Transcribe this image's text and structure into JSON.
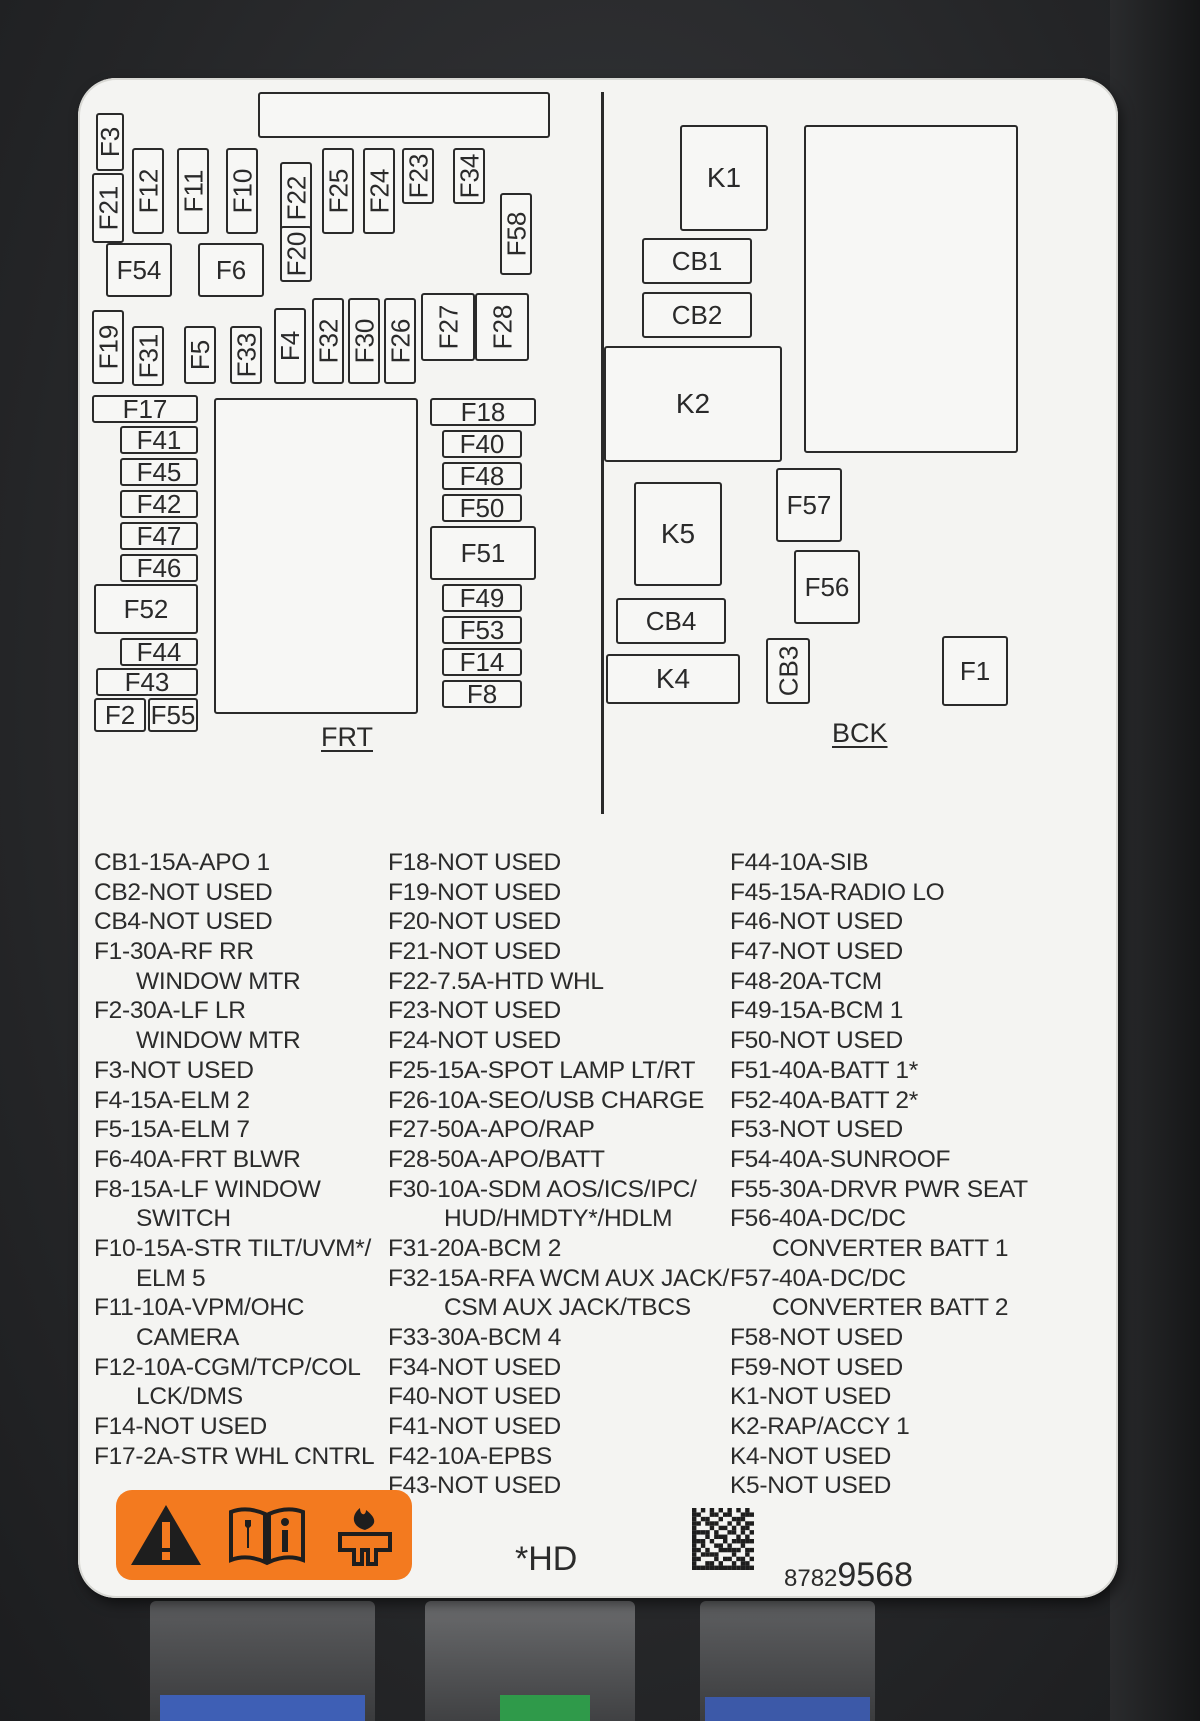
{
  "diagram": {
    "boxes": [
      {
        "id": "F3",
        "v": true
      },
      {
        "id": "F21",
        "v": true
      },
      {
        "id": "F12",
        "v": true
      },
      {
        "id": "F11",
        "v": true
      },
      {
        "id": "F10",
        "v": true
      },
      {
        "id": "F22",
        "v": true
      },
      {
        "id": "F25",
        "v": true
      },
      {
        "id": "F24",
        "v": true
      },
      {
        "id": "F23",
        "v": true
      },
      {
        "id": "F34",
        "v": true
      },
      {
        "id": "F58",
        "v": true
      },
      {
        "id": "F20",
        "v": true
      },
      {
        "id": "F54",
        "v": false
      },
      {
        "id": "F6",
        "v": false
      },
      {
        "id": "F19",
        "v": true
      },
      {
        "id": "F31",
        "v": true
      },
      {
        "id": "F5",
        "v": true
      },
      {
        "id": "F33",
        "v": true
      },
      {
        "id": "F4",
        "v": true
      },
      {
        "id": "F32",
        "v": true
      },
      {
        "id": "F30",
        "v": true
      },
      {
        "id": "F26",
        "v": true
      },
      {
        "id": "F27",
        "v": true
      },
      {
        "id": "F28",
        "v": true
      },
      {
        "id": "F17",
        "v": false
      },
      {
        "id": "F41",
        "v": false
      },
      {
        "id": "F45",
        "v": false
      },
      {
        "id": "F42",
        "v": false
      },
      {
        "id": "F47",
        "v": false
      },
      {
        "id": "F46",
        "v": false
      },
      {
        "id": "F52",
        "v": false
      },
      {
        "id": "F44",
        "v": false
      },
      {
        "id": "F43",
        "v": false
      },
      {
        "id": "F2",
        "v": false
      },
      {
        "id": "F55",
        "v": false
      },
      {
        "id": "F18",
        "v": false
      },
      {
        "id": "F40",
        "v": false
      },
      {
        "id": "F48",
        "v": false
      },
      {
        "id": "F50",
        "v": false
      },
      {
        "id": "F51",
        "v": false
      },
      {
        "id": "F49",
        "v": false
      },
      {
        "id": "F53",
        "v": false
      },
      {
        "id": "F14",
        "v": false
      },
      {
        "id": "F8",
        "v": false
      },
      {
        "id": "K1",
        "v": false
      },
      {
        "id": "CB1",
        "v": false
      },
      {
        "id": "CB2",
        "v": false
      },
      {
        "id": "K2",
        "v": false
      },
      {
        "id": "K5",
        "v": false
      },
      {
        "id": "F57",
        "v": false
      },
      {
        "id": "F56",
        "v": false
      },
      {
        "id": "CB4",
        "v": false
      },
      {
        "id": "K4",
        "v": false
      },
      {
        "id": "CB3",
        "v": true
      },
      {
        "id": "F1",
        "v": false
      }
    ],
    "frt_label": "FRT",
    "bck_label": "BCK"
  },
  "legend": {
    "col1": [
      {
        "t": "CB1-15A-APO 1"
      },
      {
        "t": "CB2-NOT USED"
      },
      {
        "t": "CB4-NOT USED"
      },
      {
        "t": "F1-30A-RF RR"
      },
      {
        "t": "WINDOW MTR",
        "c": true
      },
      {
        "t": "F2-30A-LF LR"
      },
      {
        "t": "WINDOW MTR",
        "c": true
      },
      {
        "t": "F3-NOT USED"
      },
      {
        "t": "F4-15A-ELM 2"
      },
      {
        "t": "F5-15A-ELM 7"
      },
      {
        "t": "F6-40A-FRT BLWR"
      },
      {
        "t": "F8-15A-LF WINDOW"
      },
      {
        "t": "SWITCH",
        "c": true
      },
      {
        "t": "F10-15A-STR TILT/UVM*/"
      },
      {
        "t": "ELM 5",
        "c": true
      },
      {
        "t": "F11-10A-VPM/OHC"
      },
      {
        "t": "CAMERA",
        "c": true
      },
      {
        "t": "F12-10A-CGM/TCP/COL"
      },
      {
        "t": "LCK/DMS",
        "c": true
      },
      {
        "t": "F14-NOT USED"
      },
      {
        "t": "F17-2A-STR WHL CNTRL"
      }
    ],
    "col2": [
      {
        "t": "F18-NOT USED"
      },
      {
        "t": "F19-NOT USED"
      },
      {
        "t": "F20-NOT USED"
      },
      {
        "t": "F21-NOT USED"
      },
      {
        "t": "F22-7.5A-HTD WHL"
      },
      {
        "t": "F23-NOT USED"
      },
      {
        "t": "F24-NOT USED"
      },
      {
        "t": "F25-15A-SPOT LAMP LT/RT"
      },
      {
        "t": "F26-10A-SEO/USB CHARGE"
      },
      {
        "t": "F27-50A-APO/RAP"
      },
      {
        "t": "F28-50A-APO/BATT"
      },
      {
        "t": "F30-10A-SDM AOS/ICS/IPC/"
      },
      {
        "t": "HUD/HMDTY*/HDLM",
        "c": true
      },
      {
        "t": "F31-20A-BCM 2"
      },
      {
        "t": "F32-15A-RFA WCM AUX JACK/"
      },
      {
        "t": "CSM AUX JACK/TBCS",
        "c": true
      },
      {
        "t": "F33-30A-BCM 4"
      },
      {
        "t": "F34-NOT USED"
      },
      {
        "t": "F40-NOT USED"
      },
      {
        "t": "F41-NOT USED"
      },
      {
        "t": "F42-10A-EPBS"
      },
      {
        "t": "F43-NOT USED"
      }
    ],
    "col3": [
      {
        "t": "F44-10A-SIB"
      },
      {
        "t": "F45-15A-RADIO LO"
      },
      {
        "t": "F46-NOT USED"
      },
      {
        "t": "F47-NOT USED"
      },
      {
        "t": "F48-20A-TCM"
      },
      {
        "t": "F49-15A-BCM 1"
      },
      {
        "t": "F50-NOT USED"
      },
      {
        "t": "F51-40A-BATT 1*"
      },
      {
        "t": "F52-40A-BATT 2*"
      },
      {
        "t": "F53-NOT USED"
      },
      {
        "t": "F54-40A-SUNROOF"
      },
      {
        "t": "F55-30A-DRVR PWR SEAT"
      },
      {
        "t": "F56-40A-DC/DC"
      },
      {
        "t": "CONVERTER BATT 1",
        "c": true
      },
      {
        "t": "F57-40A-DC/DC"
      },
      {
        "t": "CONVERTER BATT 2",
        "c": true
      },
      {
        "t": "F58-NOT USED"
      },
      {
        "t": "F59-NOT USED"
      },
      {
        "t": "K1-NOT USED"
      },
      {
        "t": "K2-RAP/ACCY 1"
      },
      {
        "t": "K4-NOT USED"
      },
      {
        "t": "K5-NOT USED"
      }
    ]
  },
  "footer": {
    "hd_note": "*HD",
    "part_prefix": "8782",
    "part_suffix": "9568"
  },
  "colors": {
    "label_bg": "#f4f4f2",
    "ink": "#2a2a2a",
    "warning_orange": "#f37a1f",
    "housing": "#2b2c2e"
  },
  "icons": [
    "warning-triangle-icon",
    "manual-service-icon",
    "fuse-fire-icon"
  ]
}
